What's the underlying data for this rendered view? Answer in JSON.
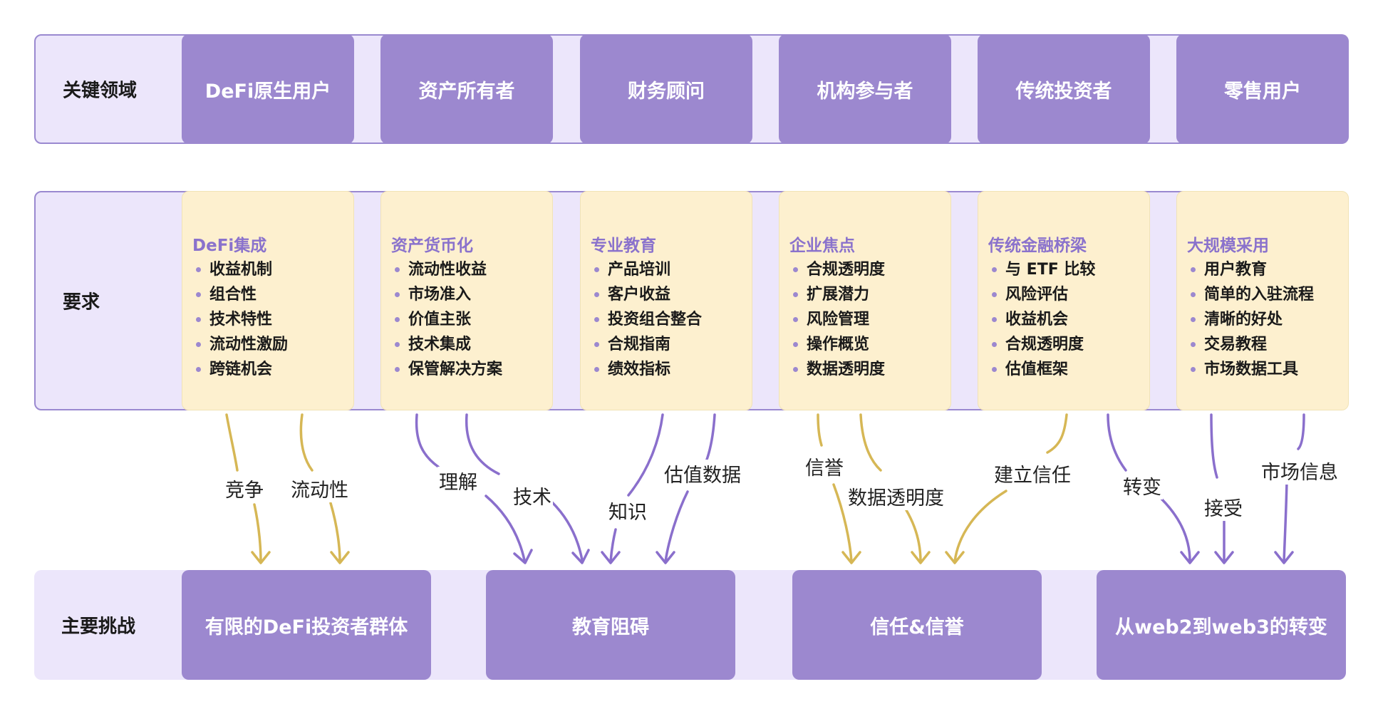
{
  "rows": {
    "domains": {
      "label": "关键领域",
      "items": [
        "DeFi原生用户",
        "资产所有者",
        "财务顾问",
        "机构参与者",
        "传统投资者",
        "零售用户"
      ]
    },
    "requirements": {
      "label": "要求",
      "columns": [
        {
          "title": "DeFi集成",
          "items": [
            "收益机制",
            "组合性",
            "技术特性",
            "流动性激励",
            "跨链机会"
          ]
        },
        {
          "title": "资产货币化",
          "items": [
            "流动性收益",
            "市场准入",
            "价值主张",
            "技术集成",
            "保管解决方案"
          ]
        },
        {
          "title": "专业教育",
          "items": [
            "产品培训",
            "客户收益",
            "投资组合整合",
            "合规指南",
            "绩效指标"
          ]
        },
        {
          "title": "企业焦点",
          "items": [
            "合规透明度",
            "扩展潜力",
            "风险管理",
            "操作概览",
            "数据透明度"
          ]
        },
        {
          "title": "传统金融桥梁",
          "items": [
            "与 ETF 比较",
            "风险评估",
            "收益机会",
            "合规透明度",
            "估值框架"
          ]
        },
        {
          "title": "大规模采用",
          "items": [
            "用户教育",
            "简单的入驻流程",
            "清晰的好处",
            "交易教程",
            "市场数据工具"
          ]
        }
      ]
    },
    "challenges": {
      "label": "主要挑战",
      "items": [
        "有限的DeFi投资者群体",
        "教育阻碍",
        "信任&信誉",
        "从web2到web3的转变"
      ]
    }
  },
  "arrows": [
    {
      "label": "竞争",
      "color": "#d6b755"
    },
    {
      "label": "流动性",
      "color": "#d6b755"
    },
    {
      "label": "理解",
      "color": "#8a6fcc"
    },
    {
      "label": "技术",
      "color": "#8a6fcc"
    },
    {
      "label": "知识",
      "color": "#8a6fcc"
    },
    {
      "label": "估值数据",
      "color": "#8a6fcc"
    },
    {
      "label": "信誉",
      "color": "#d6b755"
    },
    {
      "label": "数据透明度",
      "color": "#d6b755"
    },
    {
      "label": "建立信任",
      "color": "#d6b755"
    },
    {
      "label": "转变",
      "color": "#8a6fcc"
    },
    {
      "label": "接受",
      "color": "#8a6fcc"
    },
    {
      "label": "市场信息",
      "color": "#8a6fcc"
    }
  ],
  "colors": {
    "band_bg": "#ece6fb",
    "box_purple": "#9c88cf",
    "box_cream": "#fdf0cf",
    "arrow_gold": "#d6b755",
    "arrow_purple": "#8a6fcc"
  }
}
